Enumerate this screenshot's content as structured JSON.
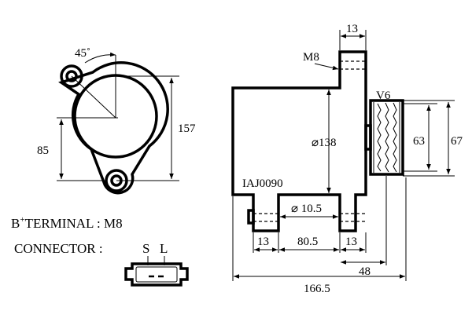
{
  "side_view": {
    "angle_label": "45˚",
    "dim_85": "85",
    "dim_157": "157"
  },
  "specs": {
    "terminal_label": "B",
    "terminal_sup": "+",
    "terminal_rest": "TERMINAL : M8",
    "connector_label": "CONNECTOR :",
    "pin_s": "S",
    "pin_l": "L"
  },
  "front_view": {
    "thread_label": "M8",
    "top_width": "13",
    "bore_dia": "⌀138",
    "part_code": "IAJ0090",
    "hole_dia": "⌀ 10.5",
    "bottom_dims": [
      "13",
      "80.5",
      "13"
    ],
    "pulley_label": "V6",
    "pulley_inner": "63",
    "pulley_outer": "67",
    "pulley_offset": "48",
    "overall_length": "166.5"
  }
}
